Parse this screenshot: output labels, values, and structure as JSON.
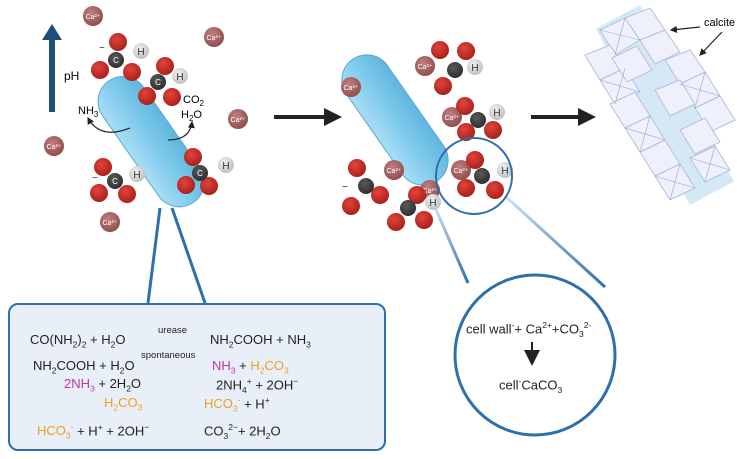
{
  "labels": {
    "ph": "pH",
    "nh3": "NH3",
    "co2": "CO2",
    "h2o": "H2O",
    "calcite": "calcite",
    "ca_ion": "Ca2+"
  },
  "equations": {
    "r1_left": "CO(NH2)2 + H2O",
    "r1_cond": "urease",
    "r1_right": "NH2COOH + NH3",
    "r2_left": "NH2COOH + H2O",
    "r2_cond": "spontaneous",
    "r2_right_a": "NH3",
    "r2_right_b": "H2CO3",
    "r3_left_a": "2NH3",
    "r3_left_b": "+ 2H2O",
    "r3_right": "2NH4+ + 2OH−",
    "r4_left": "H2CO3",
    "r4_right": "HCO3- + H+",
    "r5_left_a": "HCO3-",
    "r5_left_b": "+ H+ + 2OH−",
    "r5_right": "CO32− + 2H2O"
  },
  "zoom": {
    "line1": "cell wall- + Ca2+ +CO32-",
    "line2": "cell-CaCO3"
  },
  "colors": {
    "accent_blue": "#2f6fab",
    "bacterium": "#86cdec",
    "oxygen": "#c9302c",
    "carbon": "#4a4a4a",
    "hydrogen": "#d8d8d8",
    "calcium": "#a86060",
    "magenta": "#c2369f",
    "orange": "#f0a020"
  }
}
